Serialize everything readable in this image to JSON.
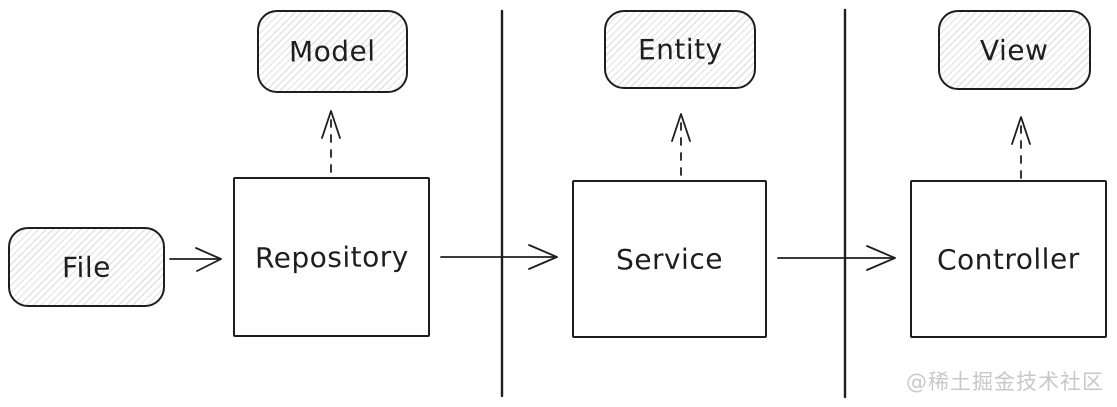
{
  "diagram": {
    "title": "layered-architecture-flow",
    "background_color": "#ffffff",
    "stroke_color": "#1e1e1e",
    "hatch_fill_color": "#e2e2e2",
    "nodes": [
      {
        "id": "file",
        "label": "File",
        "shape": "rounded-hatched"
      },
      {
        "id": "repository",
        "label": "Repository",
        "shape": "rectangle"
      },
      {
        "id": "model",
        "label": "Model",
        "shape": "rounded-hatched"
      },
      {
        "id": "service",
        "label": "Service",
        "shape": "rectangle"
      },
      {
        "id": "entity",
        "label": "Entity",
        "shape": "rounded-hatched"
      },
      {
        "id": "controller",
        "label": "Controller",
        "shape": "rectangle"
      },
      {
        "id": "view",
        "label": "View",
        "shape": "rounded-hatched"
      }
    ],
    "edges": [
      {
        "from": "file",
        "to": "repository",
        "style": "solid",
        "direction": "right"
      },
      {
        "from": "repository",
        "to": "service",
        "style": "solid",
        "direction": "right"
      },
      {
        "from": "service",
        "to": "controller",
        "style": "solid",
        "direction": "right"
      },
      {
        "from": "repository",
        "to": "model",
        "style": "dashed",
        "direction": "up"
      },
      {
        "from": "service",
        "to": "entity",
        "style": "dashed",
        "direction": "up"
      },
      {
        "from": "controller",
        "to": "view",
        "style": "dashed",
        "direction": "up"
      }
    ],
    "dividers": [
      {
        "id": "divider-1",
        "between": [
          "repository",
          "service"
        ]
      },
      {
        "id": "divider-2",
        "between": [
          "service",
          "controller"
        ]
      }
    ],
    "watermark": {
      "text": "@稀土掘金技术社区",
      "color": "#c8c8c8"
    }
  }
}
